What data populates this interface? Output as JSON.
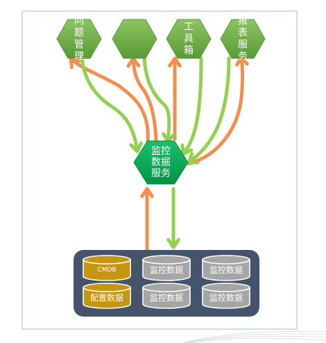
{
  "apps": [
    {
      "label": "问题管理",
      "lines": [
        "问",
        "题",
        "管",
        "理"
      ]
    },
    {
      "label": "",
      "lines": []
    },
    {
      "label": "工具箱",
      "lines": [
        "工",
        "具",
        "箱"
      ]
    },
    {
      "label": "报表服务",
      "lines": [
        "报",
        "表",
        "服",
        "务"
      ]
    }
  ],
  "center": {
    "label": "监控数据服务",
    "lines": [
      "监控",
      "数据",
      "服务"
    ]
  },
  "datastores": [
    {
      "label": "CMDB",
      "kind": "config"
    },
    {
      "label": "监控数据",
      "kind": "monitor"
    },
    {
      "label": "监控数据",
      "kind": "monitor"
    },
    {
      "label": "配置数据",
      "kind": "config"
    },
    {
      "label": "监控数据",
      "kind": "monitor"
    },
    {
      "label": "监控数据",
      "kind": "monitor"
    }
  ],
  "colors": {
    "frame": "#9cbad6",
    "app_hex": "#70ad47",
    "app_hex_dark": "#5a9a36",
    "center_hex": "#00a651",
    "arrow_green": "#92d050",
    "arrow_orange": "#f28f4e",
    "panel": "#44546a",
    "db_config": "#c6960f",
    "db_monitor": "#a5a5a5"
  }
}
